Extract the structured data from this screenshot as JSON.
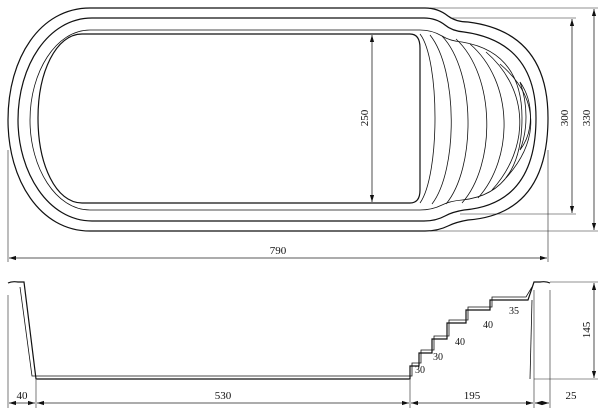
{
  "colors": {
    "rim": "#9dc8e8",
    "water": "#eef6fb",
    "line": "#111111"
  },
  "plan_view": {
    "length_label": "790",
    "outer_width_label": "330",
    "mid_width_label": "300",
    "inner_width_label": "250"
  },
  "section_view": {
    "depth_label": "145",
    "segment_labels": [
      "40",
      "530",
      "195",
      "25"
    ],
    "step_labels": [
      "30",
      "30",
      "40",
      "40",
      "35"
    ]
  }
}
